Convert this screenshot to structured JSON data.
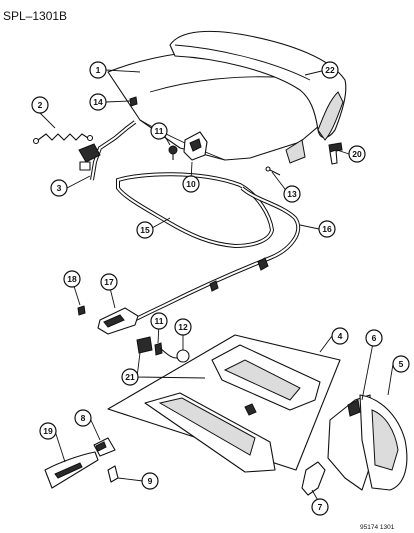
{
  "header": {
    "code": "SPL–1301B"
  },
  "footer": {
    "code": "95174  1301"
  },
  "callouts": {
    "c1": "1",
    "c2": "2",
    "c3": "3",
    "c4": "4",
    "c5": "5",
    "c6": "6",
    "c7": "7",
    "c8": "8",
    "c9": "9",
    "c10": "10",
    "c11a": "11",
    "c11b": "11",
    "c12": "12",
    "c13": "13",
    "c14": "14",
    "c15": "15",
    "c16": "16",
    "c17": "17",
    "c18": "18",
    "c19": "19",
    "c20": "20",
    "c21": "21",
    "c22": "22"
  }
}
